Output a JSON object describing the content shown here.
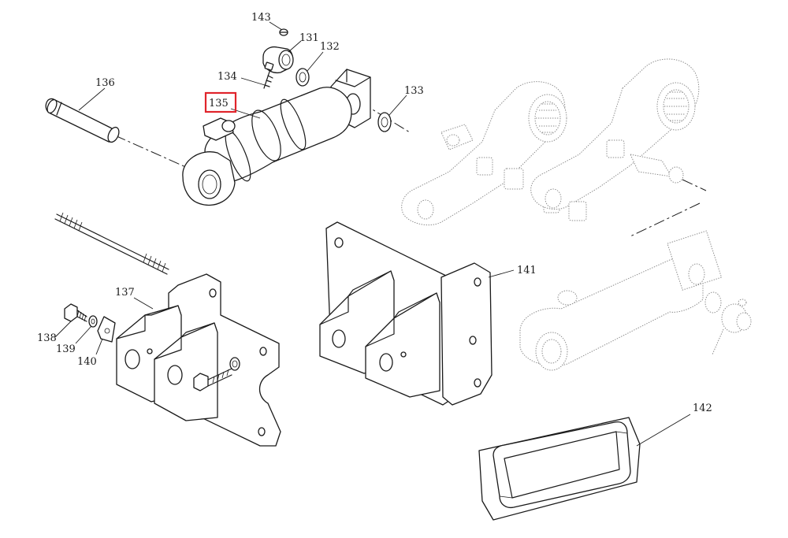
{
  "callouts": {
    "c131": "131",
    "c132": "132",
    "c133": "133",
    "c134": "134",
    "c135": "135",
    "c136": "136",
    "c137": "137",
    "c138": "138",
    "c139": "139",
    "c140": "140",
    "c141": "141",
    "c142": "142",
    "c143": "143"
  },
  "highlight": {
    "callout": "135",
    "color": "#e0242b"
  }
}
